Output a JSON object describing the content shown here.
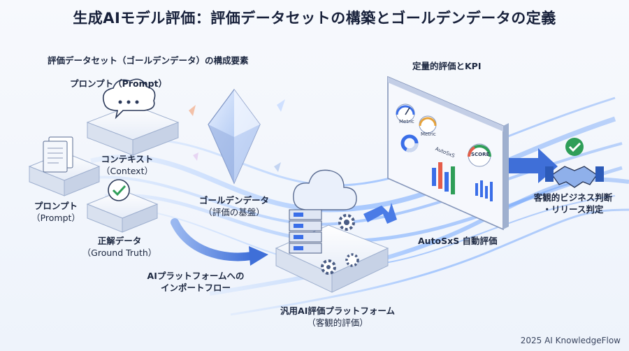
{
  "title": "生成AIモデル評価：評価データセットの構築とゴールデンデータの定義",
  "left_heading": "評価データセット（ゴールデンデータ）の構成要素",
  "prompt_top": "プロンプト（Prompt）",
  "context": {
    "line1": "コンテキスト",
    "line2": "（Context）"
  },
  "prompt_left": {
    "line1": "プロンプト",
    "line2": "（Prompt）"
  },
  "ground_truth": {
    "line1": "正解データ",
    "line2": "（Ground Truth）"
  },
  "golden": {
    "line1": "ゴールデンデータ",
    "line2": "（評価の基盤）"
  },
  "import_flow": {
    "line1": "AIプラットフォームへの",
    "line2": "インポートフロー"
  },
  "platform": {
    "line1": "汎用AI評価プラットフォーム",
    "line2": "（客観的評価）"
  },
  "kpi_heading": "定量的評価とKPI",
  "autosxs": "AutoSxS 自動評価",
  "decision": {
    "line1": "客観的ビジネス判断",
    "line2": "・リリース判定"
  },
  "dashboard": {
    "metric1": "Metric",
    "metric2": "Metric",
    "panel": "AutoSxS",
    "score": "SCORE"
  },
  "footer": "2025 AI KnowledgeFlow",
  "colors": {
    "accent": "#3a6ee8",
    "check": "#2f9e58",
    "flow": "#7fb0ff"
  }
}
